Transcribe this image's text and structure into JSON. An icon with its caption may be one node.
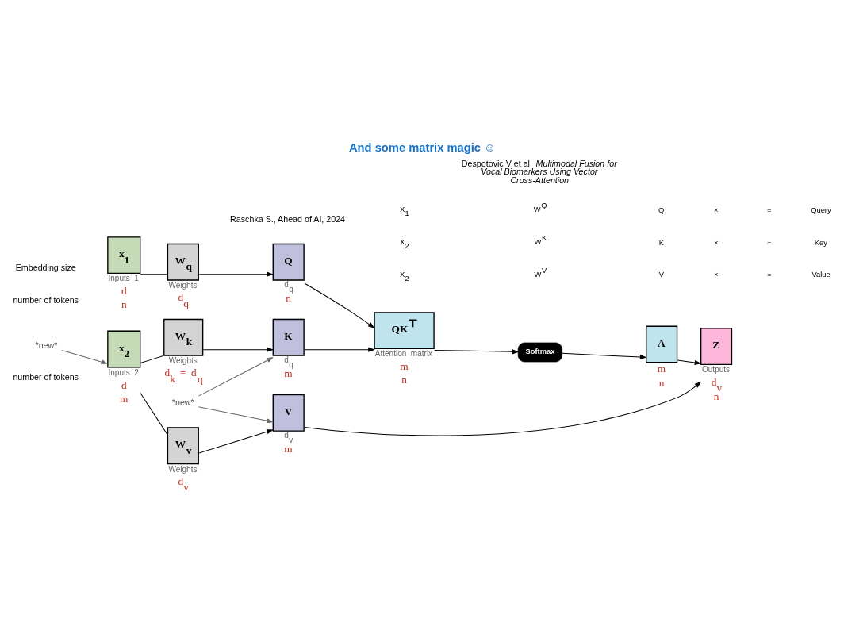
{
  "diagram": {
    "title": "And some matrix magic ☺",
    "nodes": [
      {
        "text": [
          "x$_{1}$"
        ],
        "beside": [
          "Inputs 1",
          "d",
          "n"
        ]
      },
      {
        "text": [
          "x$_{2}$"
        ],
        "beside": [
          "Inputs 2",
          "d",
          "m"
        ]
      },
      {
        "text": [
          "W$_{q}$"
        ],
        "beside": [
          "Weights",
          "d$_{q}$"
        ]
      },
      {
        "text": [
          "W$_{k}$"
        ],
        "beside": [
          "Weights",
          "d$_{k}$ = d$_{q}$"
        ]
      },
      {
        "text": [
          "W$_{v}$"
        ],
        "beside": [
          "Weights",
          "d$_{v}$"
        ]
      },
      {
        "text": [
          "Q"
        ],
        "beside": [
          "d$_{q}$",
          "n"
        ]
      },
      {
        "text": [
          "K"
        ],
        "beside": [
          "d$_{q}$",
          "m"
        ]
      },
      {
        "text": [
          "V"
        ],
        "beside": [
          "d$_{v}$",
          "m"
        ]
      },
      {
        "text": [
          "QK$^{⊤}$"
        ],
        "beside": [
          "Attention matrix",
          "m",
          "n"
        ]
      },
      {
        "text": [
          "Softmax"
        ]
      },
      {
        "text": [
          "A"
        ],
        "beside": [
          "m",
          "n"
        ]
      },
      {
        "text": [
          "Z"
        ],
        "beside": [
          "Outputs",
          "d$_{v}$",
          "n"
        ]
      },
      {
        "text": [
          "*new*"
        ]
      },
      {
        "text": [
          "*new*"
        ]
      }
    ],
    "edges": [
      {
        "from": 0,
        "to": 2,
        "arrow": "none"
      },
      {
        "from": 1,
        "to": 3,
        "arrow": "none"
      },
      {
        "from": 1,
        "to": 4,
        "arrow": "none"
      },
      {
        "from": 2,
        "to": 5,
        "arrow": "to"
      },
      {
        "from": 3,
        "to": 6,
        "arrow": "to"
      },
      {
        "from": 4,
        "to": 7,
        "arrow": "to"
      },
      {
        "from": 5,
        "to": 8,
        "arrow": "to"
      },
      {
        "from": 6,
        "to": 8,
        "arrow": "to"
      },
      {
        "from": 8,
        "to": 9,
        "arrow": "to"
      },
      {
        "from": 9,
        "to": 10,
        "arrow": "to"
      },
      {
        "from": 10,
        "to": 11,
        "arrow": "to"
      },
      {
        "from": 7,
        "to": 11,
        "arrow": "to"
      },
      {
        "from": 12,
        "to": 1,
        "arrow": "to",
        "color": "#666666"
      },
      {
        "from": 13,
        "to": 6,
        "arrow": "to",
        "color": "#666666"
      },
      {
        "from": 13,
        "to": 7,
        "arrow": "to",
        "color": "#666666"
      }
    ],
    "labels": [
      "X$_{1}$",
      "W$^{Q}$",
      "Q",
      "×",
      "=",
      "Query",
      "X$_{2}$",
      "W$^{K}$",
      "K",
      "×",
      "=",
      "Key",
      "X$_{2}$",
      "W$^{V}$",
      "V",
      "×",
      "=",
      "Value",
      "Embedding size",
      "number of tokens",
      "number of tokens",
      "Raschka S., Ahead of AI, 2024",
      "Despotovic V et al, *Multimodal Fusion for Vocal Biomarkers Using Vector Cross-Attention*"
    ]
  }
}
